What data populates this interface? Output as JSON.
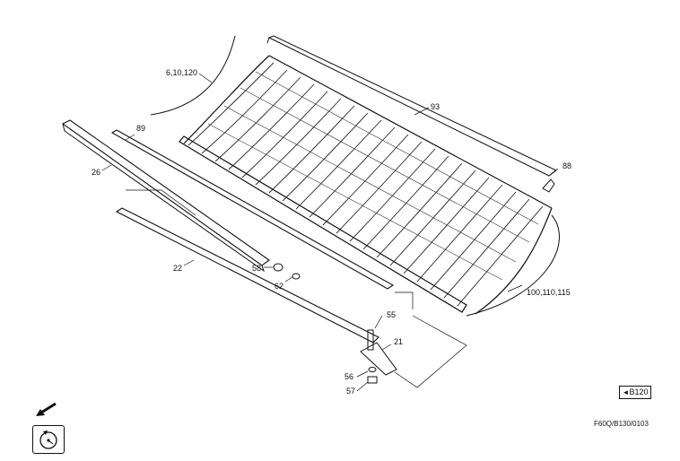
{
  "labels": {
    "p6_10_120": "6,10,120",
    "p93": "93",
    "p89": "89",
    "p26": "26",
    "p88": "88",
    "p22": "22",
    "p58": "58",
    "p62": "62",
    "p100_110_115": "100,110,115",
    "p55": "55",
    "p21": "21",
    "p56": "56",
    "p57": "57"
  },
  "reference": {
    "text": "B120",
    "arrow": "◄"
  },
  "drawing_code": "F60Q/B130/0103",
  "icons": {
    "direction": "arrow-down-left-icon",
    "badge": "rotation-symbol-icon"
  },
  "colors": {
    "line": "#111111",
    "background": "#ffffff"
  }
}
